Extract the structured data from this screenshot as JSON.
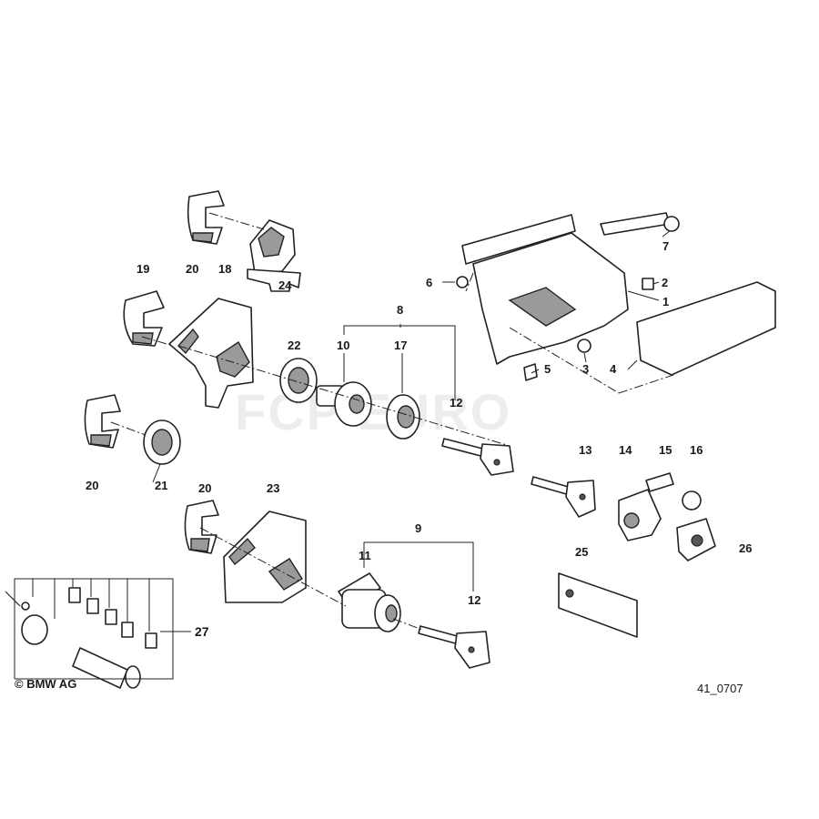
{
  "watermark": "FCP EURO",
  "copyright": "© BMW AG",
  "drawing_number": "41_0707",
  "callouts": {
    "c1": "1",
    "c2": "2",
    "c3": "3",
    "c4": "4",
    "c5": "5",
    "c6": "6",
    "c7": "7",
    "c8": "8",
    "c9": "9",
    "c10": "10",
    "c11": "11",
    "c12a": "12",
    "c12b": "12",
    "c13": "13",
    "c14": "14",
    "c15": "15",
    "c16": "16",
    "c17": "17",
    "c18": "18",
    "c19": "19",
    "c20a": "20",
    "c20b": "20",
    "c20c": "20",
    "c21": "21",
    "c22": "22",
    "c23": "23",
    "c24": "24",
    "c25": "25",
    "c26": "26",
    "c27": "27"
  }
}
